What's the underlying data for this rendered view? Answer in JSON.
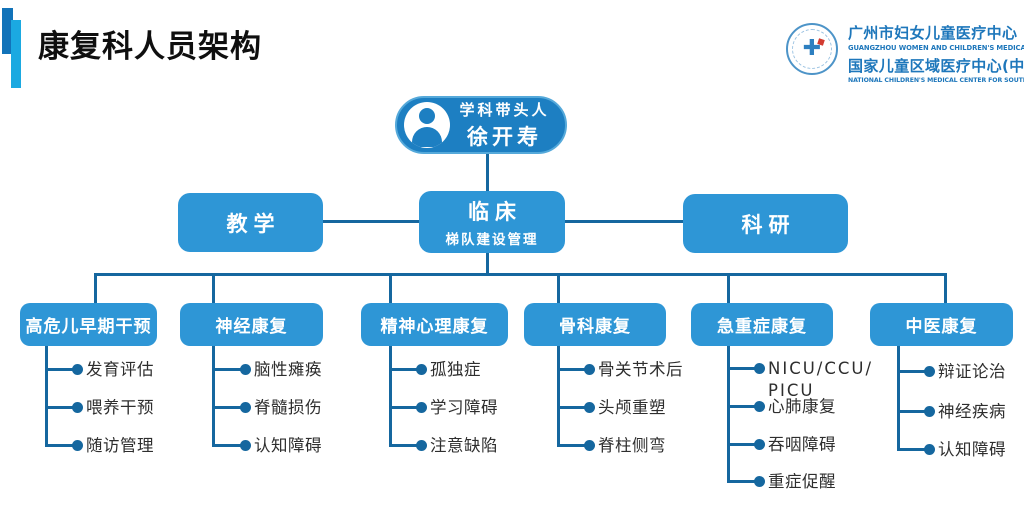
{
  "page": {
    "title": "康复科人员架构"
  },
  "hospital": {
    "name_cn": "广州市妇女儿童医疗中心",
    "name_en": "GUANGZHOU WOMEN AND CHILDREN'S MEDICAL CENTER",
    "subname_cn": "国家儿童区域医疗中心(中南)",
    "subname_en": "NATIONAL CHILDREN'S MEDICAL CENTER FOR SOUTH CENTRAL REGION"
  },
  "org": {
    "leader": {
      "role": "学科带头人",
      "name": "徐开寿"
    },
    "level2": {
      "teaching": "教学",
      "clinical_line1": "临床",
      "clinical_line2": "梯队建设管理",
      "research": "科研"
    },
    "columns": [
      {
        "label": "高危儿早期干预",
        "items": [
          "发育评估",
          "喂养干预",
          "随访管理"
        ]
      },
      {
        "label": "神经康复",
        "items": [
          "脑性瘫痪",
          "脊髓损伤",
          "认知障碍"
        ]
      },
      {
        "label": "精神心理康复",
        "items": [
          "孤独症",
          "学习障碍",
          "注意缺陷"
        ]
      },
      {
        "label": "骨科康复",
        "items": [
          "骨关节术后",
          "头颅重塑",
          "脊柱侧弯"
        ]
      },
      {
        "label": "急重症康复",
        "items": [
          "NICU/CCU/\nPICU",
          "心肺康复",
          "吞咽障碍",
          "重症促醒"
        ]
      },
      {
        "label": "中医康复",
        "items": [
          "辩证论治",
          "神经疾病",
          "认知障碍"
        ]
      }
    ]
  },
  "icons": {
    "person": "person-icon",
    "medical_cross": "medical-cross-icon"
  },
  "colors": {
    "node_blue_dark": "#1d7fc2",
    "node_blue": "#2e96d6",
    "connector_blue": "#15679f",
    "accent_dark": "#1273b9",
    "accent_light": "#1ba9e1",
    "hospital_text_blue": "#1e77bb",
    "title_black": "#0f0f0f"
  }
}
